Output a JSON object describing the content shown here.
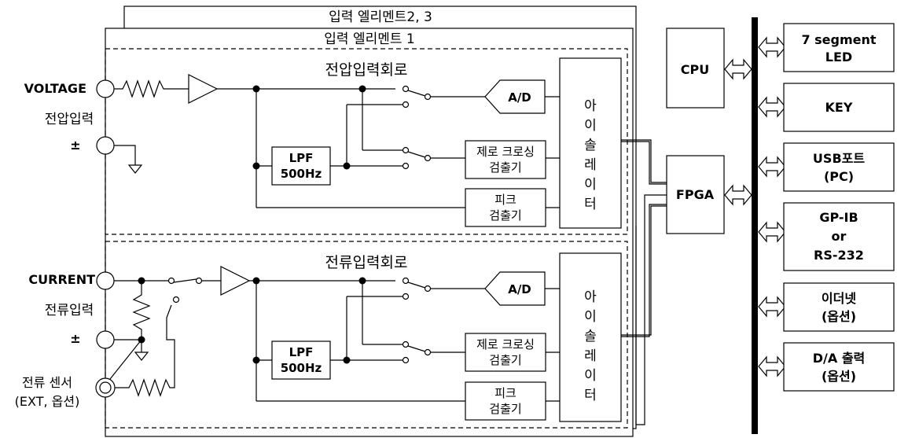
{
  "frames": {
    "back_label": "입력 엘리멘트2, 3",
    "front_label": "입력 엘리멘트 1"
  },
  "voltage": {
    "terminal_label": "VOLTAGE",
    "input_label": "전압입력",
    "plus_minus": "±",
    "circuit_title": "전압입력회로",
    "lpf_line1": "LPF",
    "lpf_line2": "500Hz",
    "ad_label": "A/D",
    "zc_line1": "제로 크로싱",
    "zc_line2": "검출기",
    "peak_line1": "피크",
    "peak_line2": "검출기",
    "isolator_chars": [
      "아",
      "이",
      "솔",
      "레",
      "이",
      "터"
    ]
  },
  "current": {
    "terminal_label": "CURRENT",
    "input_label": "전류입력",
    "plus_minus": "±",
    "sensor_line1": "전류 센서",
    "sensor_line2": "(EXT, 옵션)",
    "circuit_title": "전류입력회로",
    "lpf_line1": "LPF",
    "lpf_line2": "500Hz",
    "ad_label": "A/D",
    "zc_line1": "제로 크로싱",
    "zc_line2": "검출기",
    "peak_line1": "피크",
    "peak_line2": "검출기",
    "isolator_chars": [
      "아",
      "이",
      "솔",
      "레",
      "이",
      "터"
    ]
  },
  "cpu_label": "CPU",
  "fpga_label": "FPGA",
  "peripherals": [
    {
      "lines": [
        "7 segment",
        "LED"
      ]
    },
    {
      "lines": [
        "KEY"
      ]
    },
    {
      "lines": [
        "USB포트",
        "(PC)"
      ]
    },
    {
      "lines": [
        "GP-IB",
        "or",
        "RS-232"
      ]
    },
    {
      "lines": [
        "이더넷",
        "(옵션)"
      ]
    },
    {
      "lines": [
        "D/A 출력",
        "(옵션)"
      ]
    }
  ]
}
